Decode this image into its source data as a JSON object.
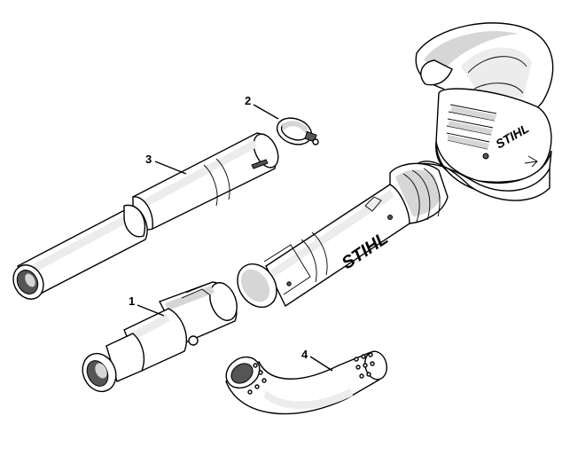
{
  "callouts": {
    "c1": "1",
    "c2": "2",
    "c3": "3",
    "c4": "4"
  },
  "branding": {
    "logo_text": "STIHL"
  },
  "colors": {
    "line": "#000000",
    "fill": "#ffffff",
    "shade": "#d6d6d6"
  }
}
